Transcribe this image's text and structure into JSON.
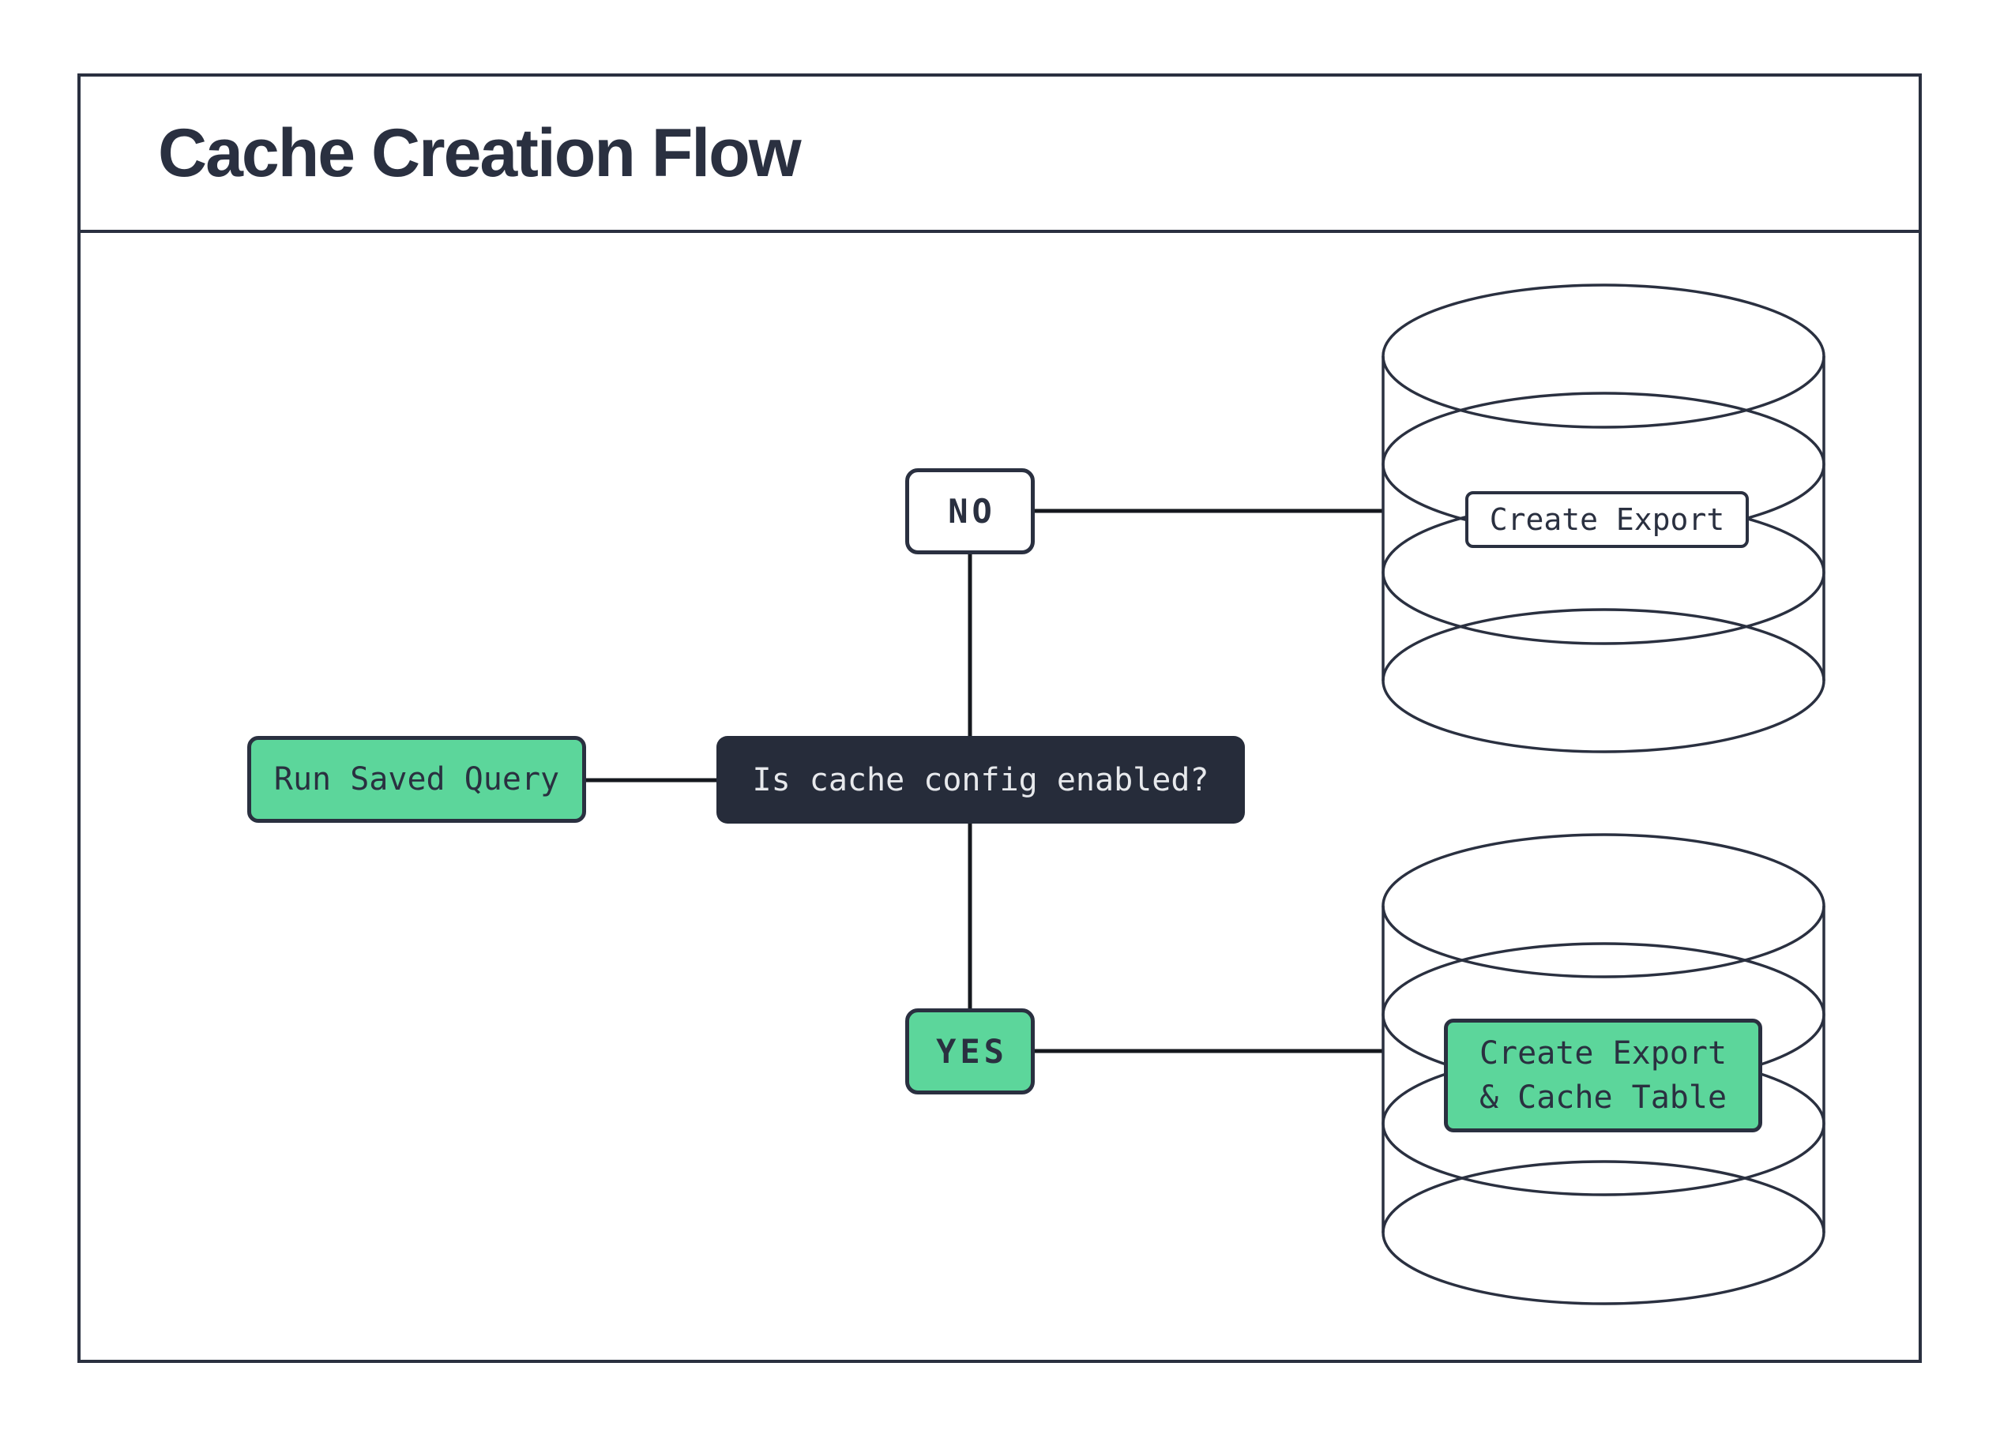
{
  "title": "Cache Creation Flow",
  "nodes": {
    "start": {
      "label": "Run Saved Query"
    },
    "decision": {
      "label": "Is cache config enabled?"
    },
    "no_branch": {
      "label": "NO"
    },
    "yes_branch": {
      "label": "YES"
    },
    "no_result": {
      "label": "Create Export"
    },
    "yes_result": {
      "label_line1": "Create Export",
      "label_line2": "& Cache Table"
    }
  },
  "icons": {
    "no_result_shape": "database-icon",
    "yes_result_shape": "database-icon"
  },
  "colors": {
    "ink": "#2a3040",
    "line": "#15181e",
    "green": "#5cd69b",
    "decision-fill": "#262c3a",
    "light-text": "#e7e9ec",
    "bg": "#ffffff"
  }
}
